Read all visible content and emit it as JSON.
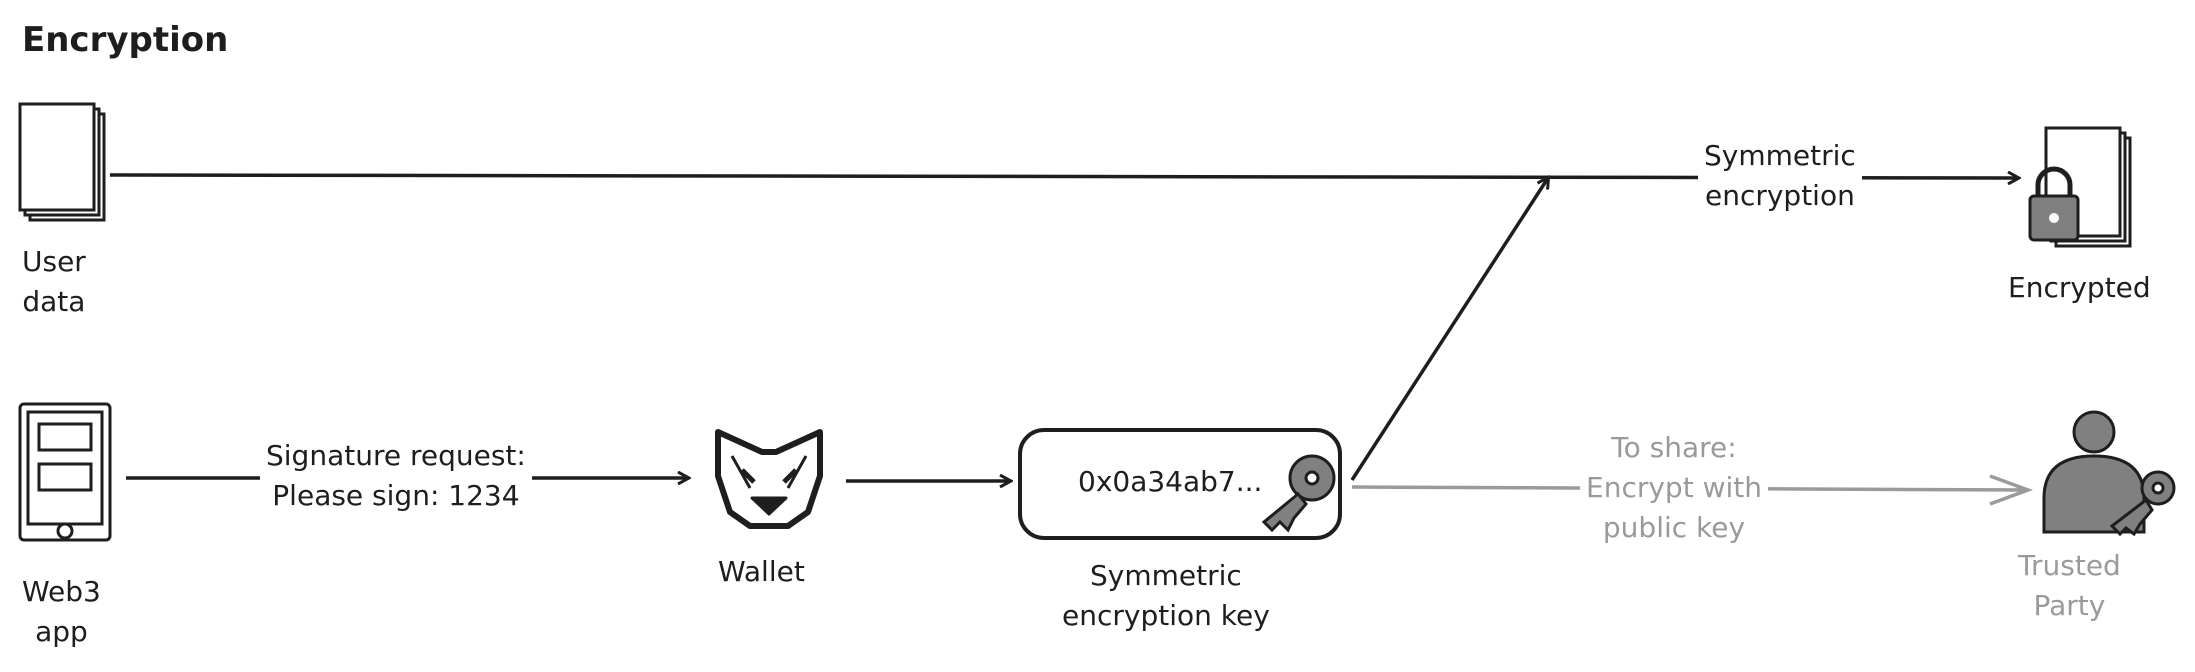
{
  "title": "Encryption",
  "nodes": {
    "user_data": [
      "User",
      "data"
    ],
    "encrypted": "Encrypted",
    "web3_app": [
      "Web3",
      "app"
    ],
    "wallet": "Wallet",
    "key_value": "0x0a34ab7...",
    "key_caption": [
      "Symmetric",
      "encryption key"
    ],
    "trusted_party": [
      "Trusted",
      "Party"
    ]
  },
  "edges": {
    "symmetric_encryption": [
      "Symmetric",
      "encryption"
    ],
    "signature_request": [
      "Signature request:",
      "Please sign: 1234"
    ],
    "to_share": [
      "To share:",
      "Encrypt with",
      "public key"
    ]
  },
  "colors": {
    "ink": "#1e1e1e",
    "muted": "#9a9a9a",
    "icon_fill": "#808080"
  }
}
